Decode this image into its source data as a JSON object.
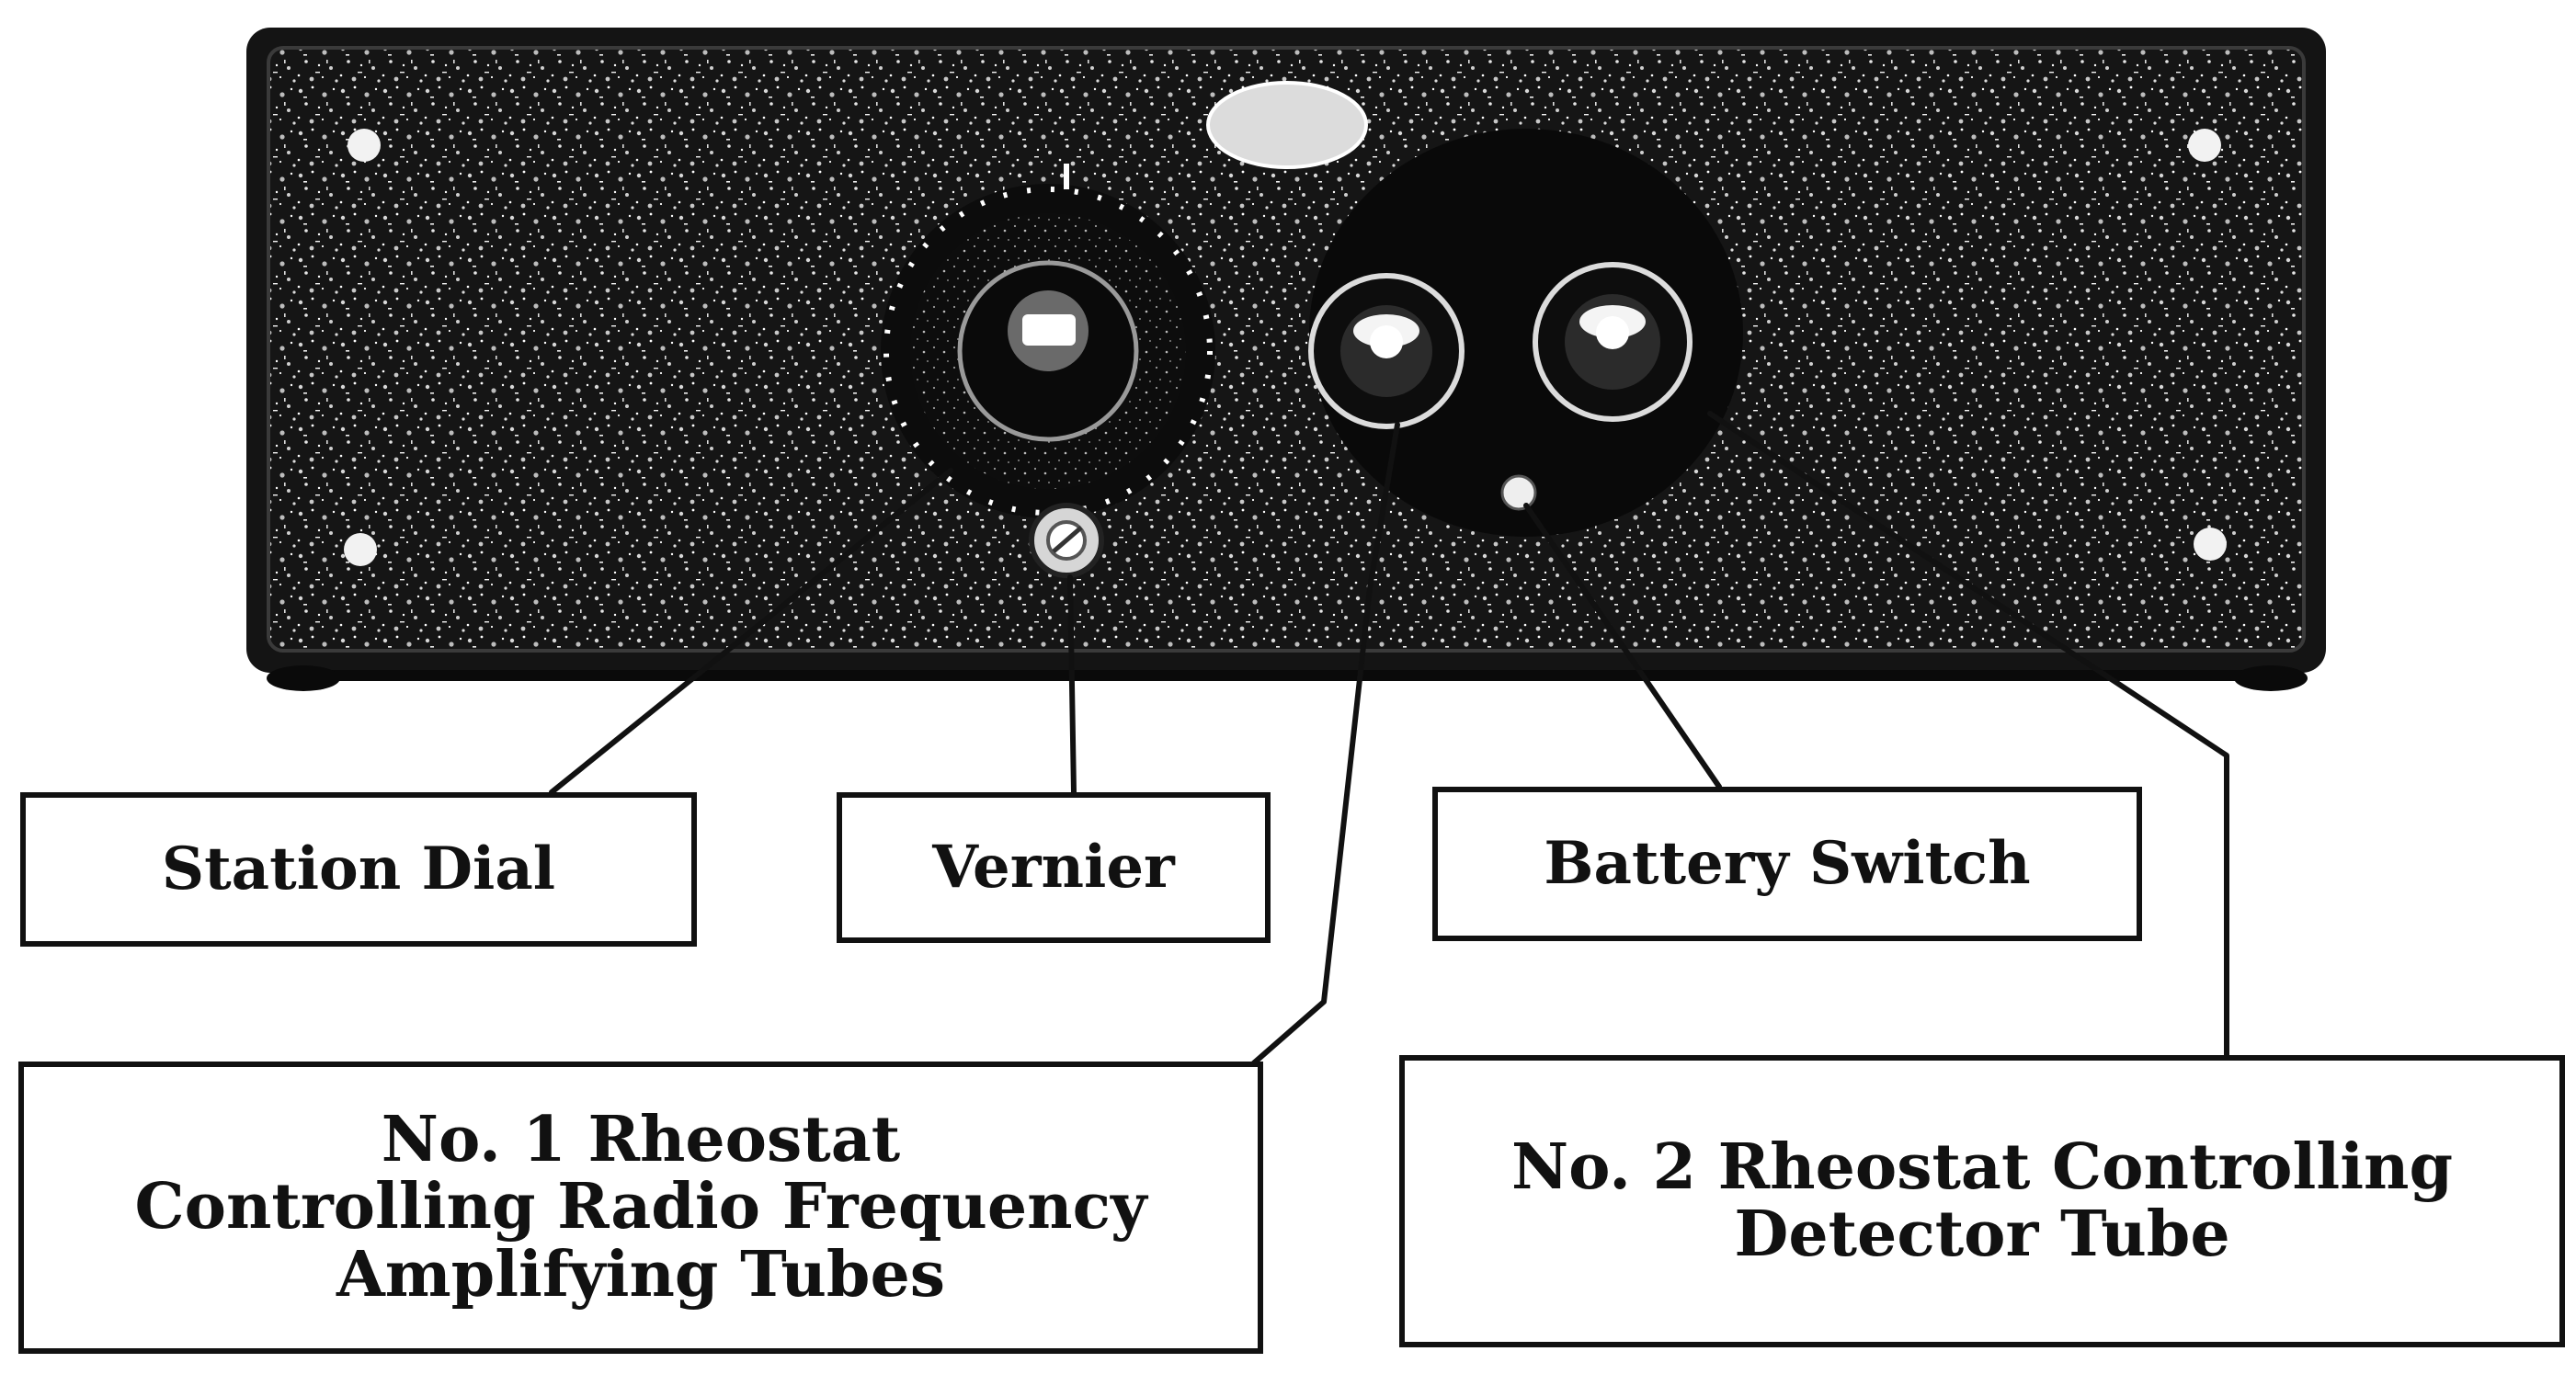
{
  "labels": {
    "station_dial": "Station Dial",
    "vernier": "Vernier",
    "battery_switch": "Battery Switch",
    "rheostat_1": {
      "line1": "No. 1 Rheostat",
      "line2": "Controlling Radio Frequency",
      "line3": "Amplifying Tubes"
    },
    "rheostat_2": {
      "line1": "No. 2 Rheostat Controlling",
      "line2": "Detector Tube"
    }
  },
  "colors": {
    "panel": "#141414",
    "ink": "#111111",
    "paper": "#ffffff"
  }
}
